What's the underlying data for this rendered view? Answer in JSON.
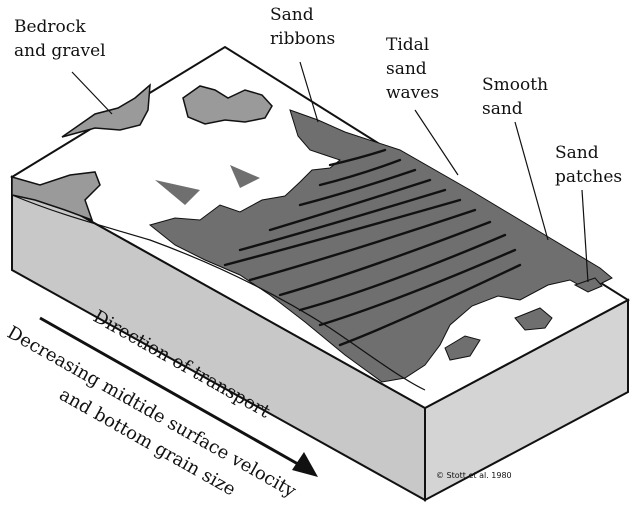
{
  "labels": {
    "bedrock": [
      "Bedrock",
      "and gravel"
    ],
    "sand_ribbons": [
      "Sand",
      "ribbons"
    ],
    "tidal_waves": [
      "Tidal",
      "sand",
      "waves"
    ],
    "smooth_sand": [
      "Smooth",
      "sand"
    ],
    "sand_patches": [
      "Sand",
      "patches"
    ]
  },
  "captions": {
    "transport": "Direction of transport",
    "velocity_line1": "Decreasing midtide surface velocity",
    "velocity_line2": "and bottom grain size"
  },
  "credit": "© Stott et al. 1980",
  "colors": {
    "sand_zone": "#6f6f6f",
    "bedrock": "#9a9a9a",
    "block_side": "#c8c8c8",
    "outline": "#111111"
  }
}
